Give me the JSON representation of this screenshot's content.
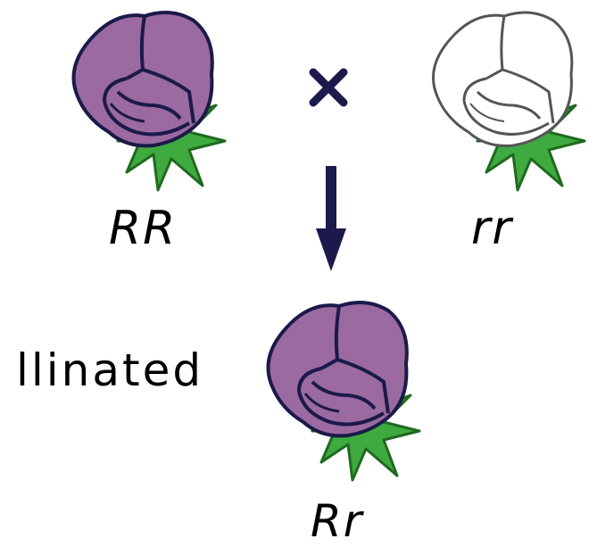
{
  "parents": {
    "left": {
      "genotype": "RR",
      "color": "#9a6aa0",
      "outline": "#1b1a4a"
    },
    "right": {
      "genotype": "rr",
      "color": "#ffffff",
      "outline": "#555555"
    }
  },
  "offspring": {
    "genotype": "Rr",
    "color": "#9a6aa0",
    "outline": "#1b1a4a"
  },
  "side_text": "llinated",
  "cross_symbol": "×",
  "leaf_color": "#3faa3f",
  "leaf_outline": "#1f6a1f"
}
